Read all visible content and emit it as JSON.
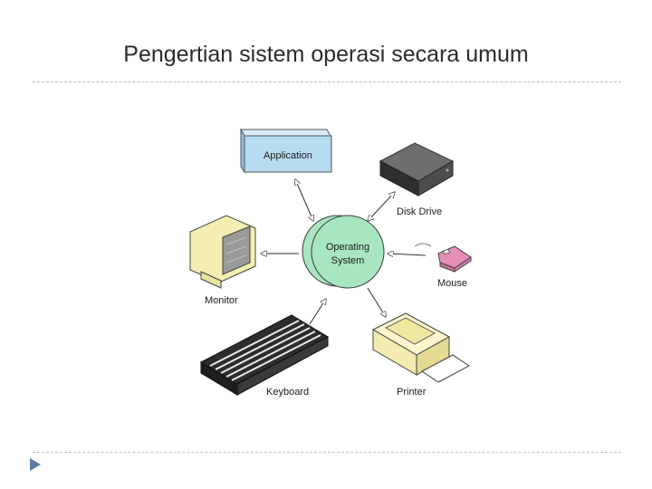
{
  "title": "Pengertian sistem operasi secara umum",
  "diagram": {
    "center": {
      "line1": "Operating",
      "line2": "System"
    },
    "application": "Application",
    "disk_drive": "Disk Drive",
    "mouse": "Mouse",
    "monitor": "Monitor",
    "keyboard": "Keyboard",
    "printer": "Printer"
  },
  "colors": {
    "os_circle": "#a8e6bf",
    "application_box": "#b7dcf0",
    "monitor": "#f3efb0",
    "printer": "#f6efb6",
    "mouse": "#e58fb8",
    "disk_drive": "#4d4d4d",
    "accent_arrow": "#5a7ea8"
  },
  "icons": [
    "application-box-icon",
    "disk-drive-icon",
    "monitor-icon",
    "mouse-icon",
    "keyboard-icon",
    "printer-icon"
  ]
}
